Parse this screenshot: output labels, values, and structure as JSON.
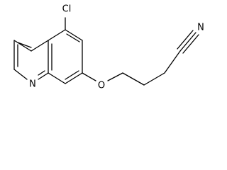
{
  "structure": {
    "atoms": {
      "chlorine": "Cl",
      "ring_nitrogen": "N",
      "ether_oxygen": "O",
      "nitrile_nitrogen": "N"
    }
  }
}
